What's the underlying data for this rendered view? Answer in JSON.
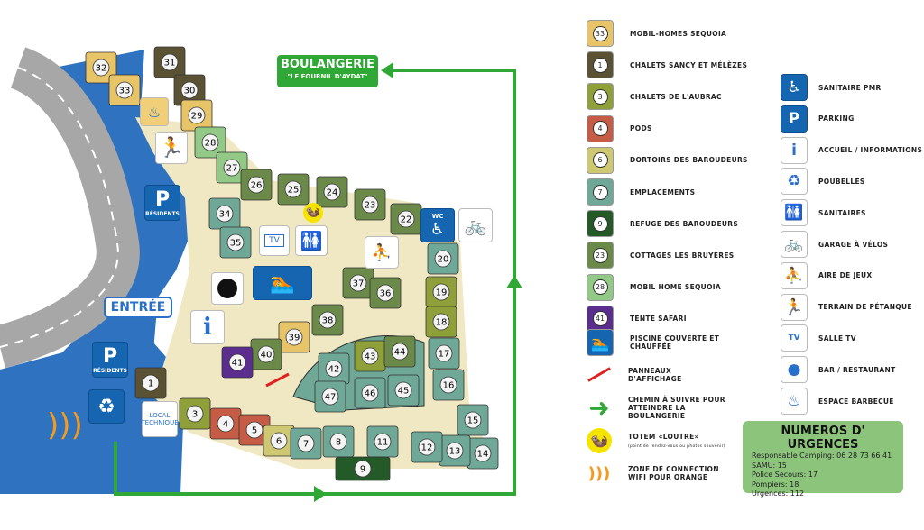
{
  "map": {
    "bakery": {
      "title": "BOULANGERIE",
      "subtitle": "\"LE FOURNIL D'AYDAT\""
    },
    "entrance_label": "ENTRÉE",
    "parking_residents_label": "RÉSIDENTS",
    "technical_room_label": "LOCAL TECHNIQUE",
    "wc_label": "WC",
    "tv_label": "TV",
    "colors": {
      "road": "#a7a7a7",
      "parking_zone": "#2f72c0",
      "camp_ground": "#efe8c2",
      "path_arrow": "#2fa836",
      "display_board": "#e02020"
    },
    "plots": [
      {
        "n": "32",
        "type": "mobil_homes_sequoia"
      },
      {
        "n": "33",
        "type": "mobil_homes_sequoia"
      },
      {
        "n": "31",
        "type": "chalets_sancy"
      },
      {
        "n": "30",
        "type": "chalets_sancy"
      },
      {
        "n": "29",
        "type": "mobil_homes_sequoia"
      },
      {
        "n": "28",
        "type": "mobil_home_sequoia"
      },
      {
        "n": "27",
        "type": "mobil_home_sequoia"
      },
      {
        "n": "26",
        "type": "cottages"
      },
      {
        "n": "25",
        "type": "cottages"
      },
      {
        "n": "24",
        "type": "cottages"
      },
      {
        "n": "23",
        "type": "cottages"
      },
      {
        "n": "22",
        "type": "cottages"
      },
      {
        "n": "34",
        "type": "emplacements"
      },
      {
        "n": "35",
        "type": "emplacements"
      },
      {
        "n": "20",
        "type": "emplacements"
      },
      {
        "n": "19",
        "type": "chalets_aubrac"
      },
      {
        "n": "18",
        "type": "chalets_aubrac"
      },
      {
        "n": "17",
        "type": "emplacements"
      },
      {
        "n": "16",
        "type": "emplacements"
      },
      {
        "n": "15",
        "type": "emplacements"
      },
      {
        "n": "14",
        "type": "emplacements"
      },
      {
        "n": "13",
        "type": "emplacements"
      },
      {
        "n": "12",
        "type": "emplacements"
      },
      {
        "n": "37",
        "type": "cottages"
      },
      {
        "n": "36",
        "type": "cottages"
      },
      {
        "n": "38",
        "type": "cottages"
      },
      {
        "n": "39",
        "type": "mobil_homes_sequoia"
      },
      {
        "n": "40",
        "type": "cottages"
      },
      {
        "n": "41",
        "type": "tente_safari"
      },
      {
        "n": "42",
        "type": "emplacements"
      },
      {
        "n": "43",
        "type": "chalets_aubrac"
      },
      {
        "n": "44",
        "type": "cottages"
      },
      {
        "n": "47",
        "type": "emplacements"
      },
      {
        "n": "46",
        "type": "emplacements"
      },
      {
        "n": "45",
        "type": "emplacements"
      },
      {
        "n": "1",
        "type": "chalets_sancy"
      },
      {
        "n": "3",
        "type": "chalets_aubrac"
      },
      {
        "n": "4",
        "type": "pods"
      },
      {
        "n": "5",
        "type": "pods"
      },
      {
        "n": "6",
        "type": "dortoirs"
      },
      {
        "n": "7",
        "type": "emplacements"
      },
      {
        "n": "8",
        "type": "emplacements"
      },
      {
        "n": "11",
        "type": "emplacements"
      },
      {
        "n": "9",
        "type": "refuge"
      }
    ]
  },
  "legend": {
    "types": [
      {
        "key": "mobil_homes_sequoia",
        "sample": "33",
        "label": "MOBIL-HOMES SEQUOIA",
        "color": "#e8c468"
      },
      {
        "key": "chalets_sancy",
        "sample": "1",
        "label": "Chalets Sancy et Mélèzes",
        "color": "#5b5234"
      },
      {
        "key": "chalets_aubrac",
        "sample": "3",
        "label": "Chalets de l'Aubrac",
        "color": "#8fa03a"
      },
      {
        "key": "pods",
        "sample": "4",
        "label": "Pods",
        "color": "#c65c45"
      },
      {
        "key": "dortoirs",
        "sample": "6",
        "label": "Dortoirs des Baroudeurs",
        "color": "#cfc873"
      },
      {
        "key": "emplacements",
        "sample": "7",
        "label": "Emplacements",
        "color": "#6fa896"
      },
      {
        "key": "refuge",
        "sample": "9",
        "label": "REFUGE DES BAROUDEURS",
        "color": "#245a27"
      },
      {
        "key": "cottages",
        "sample": "23",
        "label": "Cottages les Bruyères",
        "color": "#6b8a4a"
      },
      {
        "key": "mobil_home_sequoia",
        "sample": "28",
        "label": "MOBIL HOME SEQUOIA",
        "color": "#93c987"
      },
      {
        "key": "tente_safari",
        "sample": "41",
        "label": "TENTE SAFARI",
        "color": "#5b2d8e"
      }
    ],
    "others": [
      {
        "icon": "swimming-pool-icon",
        "label": "PISCINE COUVERTE ET CHAUFFÉE"
      },
      {
        "icon": "display-board-icon",
        "label": "PANNEAUX D'AFFICHAGE"
      },
      {
        "icon": "green-arrow-icon",
        "label": "CHEMIN À SUIVRE POUR ATTEINDRE LA BOULANGERIE"
      },
      {
        "icon": "otter-totem-icon",
        "label": "TOTEM «LOUTRE»",
        "sublabel": "(point de rendez-vous ou photos souvenir)"
      },
      {
        "icon": "wifi-icon",
        "label": "ZONE DE CONNECTION WIFI POUR ORANGE"
      }
    ],
    "facilities": [
      {
        "icon": "accessible-icon",
        "label": "SANITAIRE PMR"
      },
      {
        "icon": "parking-icon",
        "label": "Parking"
      },
      {
        "icon": "info-icon",
        "label": "Accueil / Informations"
      },
      {
        "icon": "recycle-icon",
        "label": "Poubelles"
      },
      {
        "icon": "restroom-icon",
        "label": "Sanitaires"
      },
      {
        "icon": "bike-icon",
        "label": "Garage à vélos"
      },
      {
        "icon": "playground-icon",
        "label": "Aire de jeux"
      },
      {
        "icon": "petanque-icon",
        "label": "Terrain de pétanque"
      },
      {
        "icon": "tv-icon",
        "label": "Salle TV"
      },
      {
        "icon": "restaurant-icon",
        "label": "Bar / Restaurant"
      },
      {
        "icon": "barbecue-icon",
        "label": "Espace Barbecue"
      }
    ]
  },
  "emergency": {
    "title": "NUMEROS D' URGENCES",
    "lines": [
      "Responsable Camping: 06 28 73 66 41",
      "SAMU: 15",
      "Police Secours: 17",
      "Pompiers: 18",
      "Urgences: 112"
    ]
  }
}
